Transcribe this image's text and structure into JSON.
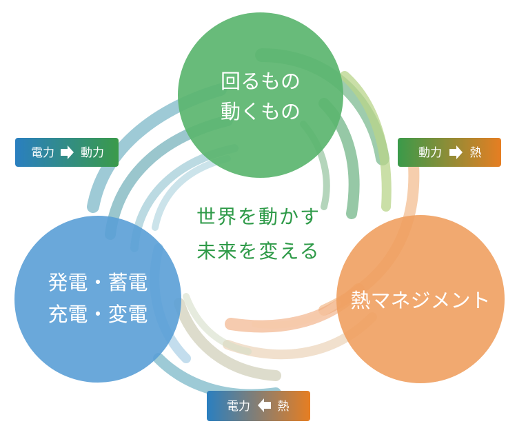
{
  "circles": {
    "motion": {
      "line1": "回るもの",
      "line2": "動くもの",
      "color": "#5bb56f"
    },
    "heat": {
      "line1": "熱マネジメント",
      "color": "#f0a060"
    },
    "power": {
      "line1": "発電・蓄電",
      "line2": "充電・変電",
      "color": "#5a9fd6"
    }
  },
  "center": {
    "line1": "世界を動かす",
    "line2": "未来を変える",
    "color": "#2e9a48"
  },
  "tags": {
    "elec_to_power": {
      "left": "電力",
      "right": "動力",
      "arrow": "right",
      "from_color": "#2a7fc0",
      "to_color": "#3a9a4a"
    },
    "power_to_heat": {
      "left": "動力",
      "right": "熱",
      "arrow": "right",
      "from_color": "#3a9a4a",
      "to_color": "#e67e22"
    },
    "heat_to_elec": {
      "left": "電力",
      "right": "熱",
      "arrow": "left",
      "from_color": "#2a7fc0",
      "to_color": "#e67e22"
    }
  }
}
